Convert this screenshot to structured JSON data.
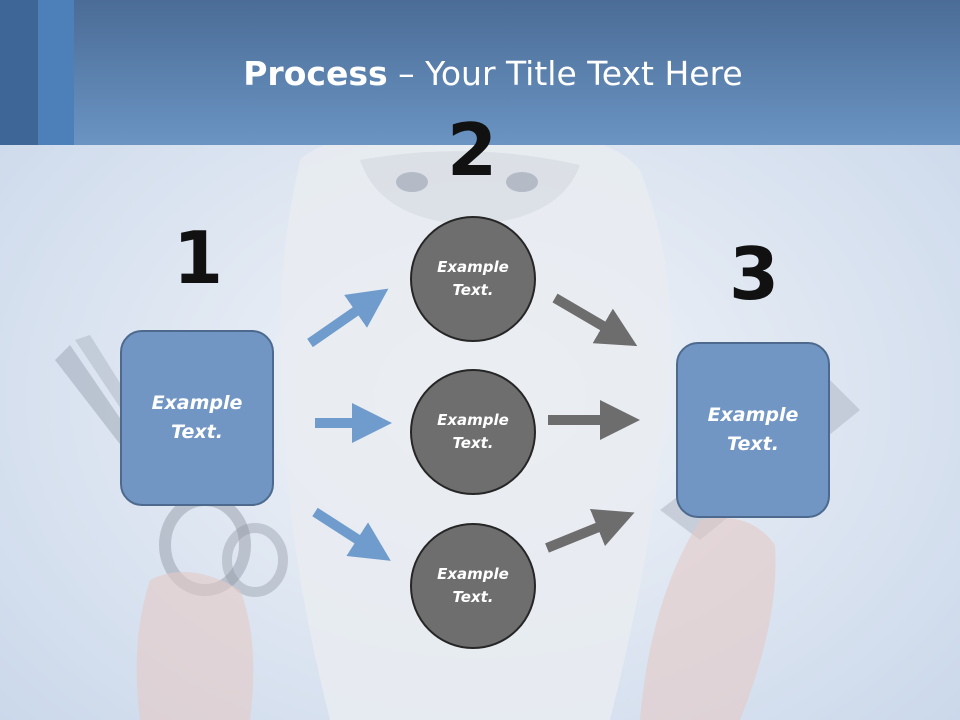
{
  "title": {
    "bold": "Process",
    "rest": " – Your Title Text Here"
  },
  "steps": {
    "one": "1",
    "two": "2",
    "three": "3"
  },
  "left_box": {
    "text": "Example Text."
  },
  "circles": [
    {
      "text": "Example Text."
    },
    {
      "text": "Example Text."
    },
    {
      "text": "Example Text."
    }
  ],
  "right_box": {
    "text": "Example Text."
  },
  "colors": {
    "header": "#5c86b6",
    "box_fill": "#7196c3",
    "circle_fill": "#6e6e6e",
    "blue_arrow": "#6f9ccc",
    "gray_arrow": "#6d6d6d"
  }
}
